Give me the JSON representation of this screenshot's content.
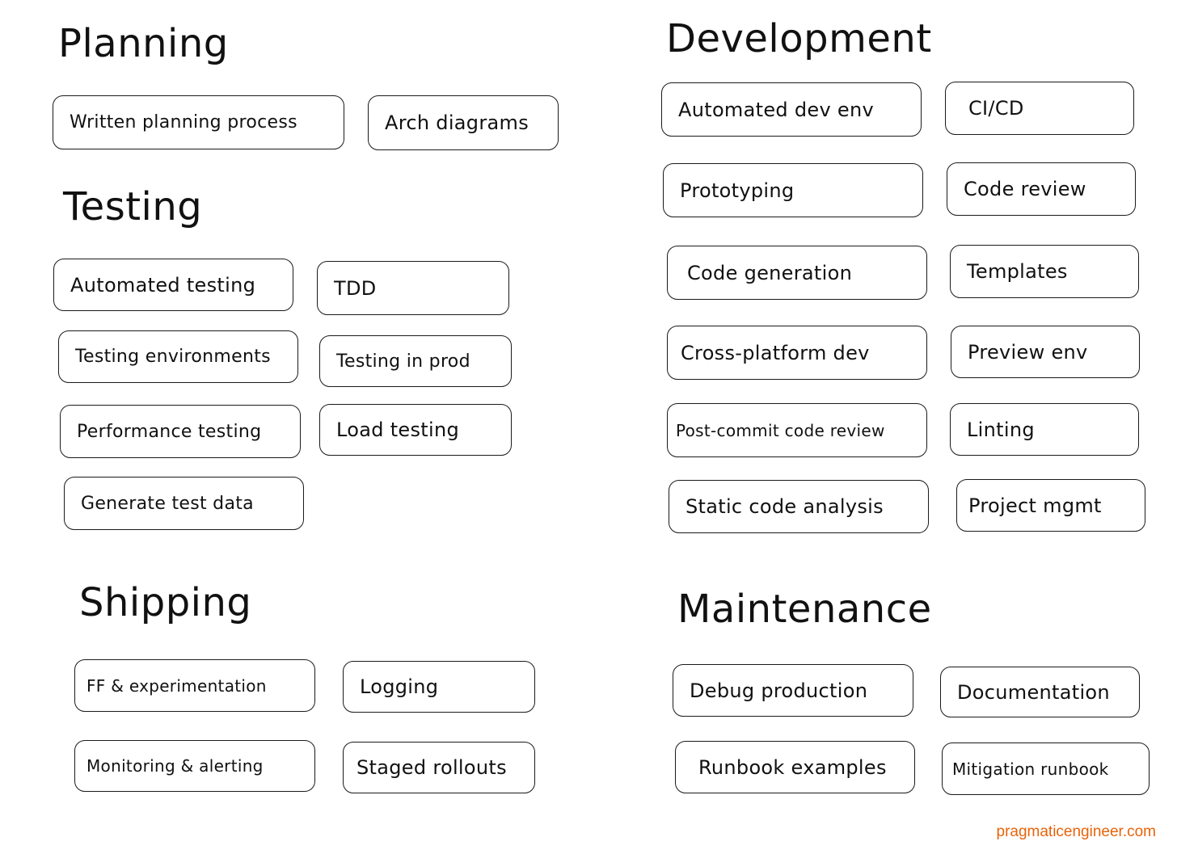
{
  "sections": {
    "planning": {
      "title": "Planning",
      "items": [
        "Written planning process",
        "Arch diagrams"
      ]
    },
    "testing": {
      "title": "Testing",
      "items": [
        "Automated testing",
        "TDD",
        "Testing environments",
        "Testing in prod",
        "Performance testing",
        "Load testing",
        "Generate test data"
      ]
    },
    "shipping": {
      "title": "Shipping",
      "items": [
        "FF & experimentation",
        "Logging",
        "Monitoring & alerting",
        "Staged rollouts"
      ]
    },
    "development": {
      "title": "Development",
      "items": [
        "Automated dev env",
        "CI/CD",
        "Prototyping",
        "Code review",
        "Code generation",
        "Templates",
        "Cross-platform dev",
        "Preview env",
        "Post-commit code review",
        "Linting",
        "Static code analysis",
        "Project mgmt"
      ]
    },
    "maintenance": {
      "title": "Maintenance",
      "items": [
        "Debug production",
        "Documentation",
        "Runbook examples",
        "Mitigation runbook"
      ]
    }
  },
  "watermark": {
    "text": "pragmaticengineer.com",
    "color": "#E8630A"
  }
}
